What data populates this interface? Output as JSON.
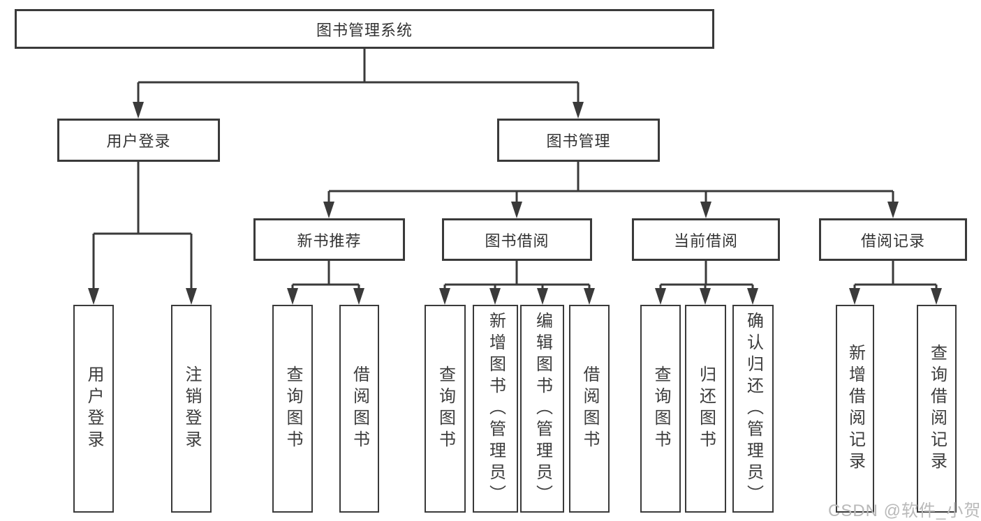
{
  "diagram": {
    "colors": {
      "line": "#3a3a3a",
      "text": "#333333",
      "background": "#ffffff",
      "watermark": "#b9b9b9"
    },
    "nodes": {
      "root": "图书管理系统",
      "user_login_branch": "用户登录",
      "book_mgmt_branch": "图书管理",
      "new_book_rec": "新书推荐",
      "book_borrow": "图书借阅",
      "current_borrow": "当前借阅",
      "borrow_records": "借阅记录",
      "leaf_user_login": "用户登录",
      "leaf_logout": "注销登录",
      "leaf_rec_query_book": "查询图书",
      "leaf_rec_borrow_book": "借阅图书",
      "leaf_bb_query_book": "查询图书",
      "leaf_bb_add_book": "新增图书（管理员）",
      "leaf_bb_edit_book": "编辑图书（管理员）",
      "leaf_bb_borrow_book": "借阅图书",
      "leaf_cb_query_book": "查询图书",
      "leaf_cb_return_book": "归还图书",
      "leaf_cb_confirm_return": "确认归还（管理员）",
      "leaf_br_add_record": "新增借阅记录",
      "leaf_br_query_record": "查询借阅记录"
    },
    "watermark": "CSDN @软件_小贺同学"
  }
}
